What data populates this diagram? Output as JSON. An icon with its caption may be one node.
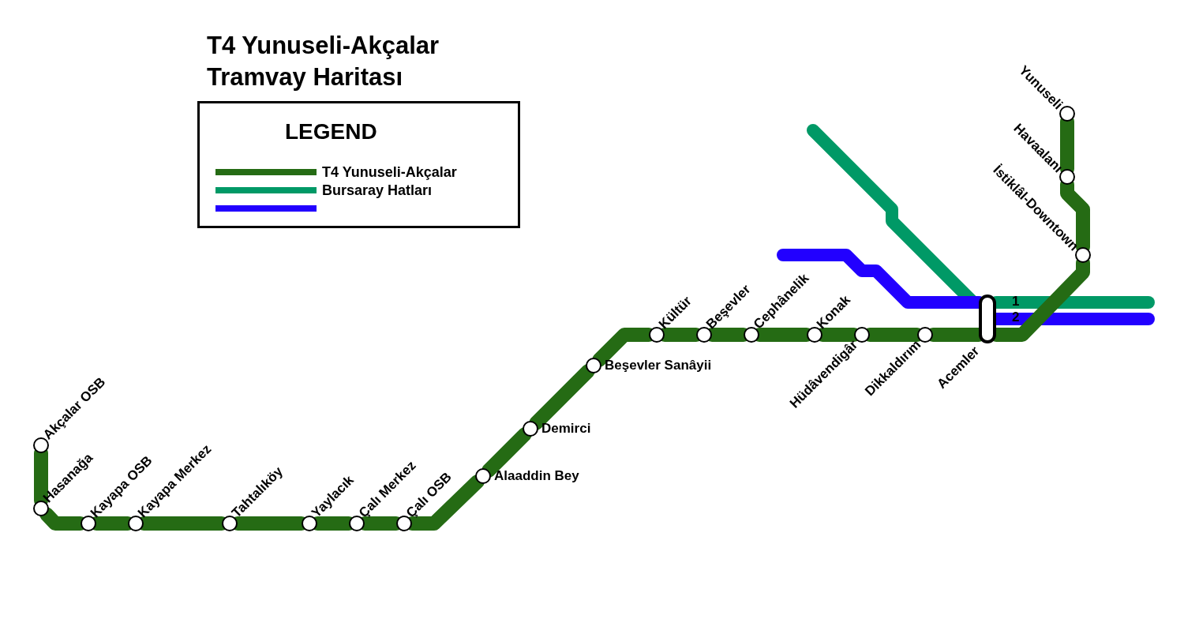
{
  "diagram": {
    "title": "T4 Yunuseli-Akçalar Tramvay Haritası",
    "nodes": [
      {
        "text": [
          "Akçalar OSB"
        ]
      },
      {
        "text": [
          "Hasanağa"
        ]
      },
      {
        "text": [
          "Kayapa OSB"
        ]
      },
      {
        "text": [
          "Kayapa Merkez"
        ]
      },
      {
        "text": [
          "Tahtalıköy"
        ]
      },
      {
        "text": [
          "Yaylacık"
        ]
      },
      {
        "text": [
          "Çalı Merkez"
        ]
      },
      {
        "text": [
          "Çalı OSB"
        ]
      },
      {
        "text": [
          "Alaaddin Bey"
        ]
      },
      {
        "text": [
          "Demirci"
        ]
      },
      {
        "text": [
          "Beşevler Sanâyii"
        ]
      },
      {
        "text": [
          "Kültür"
        ]
      },
      {
        "text": [
          "Beşevler"
        ]
      },
      {
        "text": [
          "Cephânelik"
        ]
      },
      {
        "text": [
          "Konak"
        ]
      },
      {
        "text": [
          "Hüdâvendigâr"
        ]
      },
      {
        "text": [
          "Dikkaldırım"
        ]
      },
      {
        "text": [
          "Acemler"
        ]
      },
      {
        "text": [
          "İstiklâl-Downtown"
        ]
      },
      {
        "text": [
          "Havaalanı"
        ]
      },
      {
        "text": [
          "Yunuseli"
        ]
      }
    ],
    "edges": [
      {
        "from": 0,
        "to": 1,
        "arrow": "none"
      },
      {
        "from": 1,
        "to": 2,
        "arrow": "none"
      },
      {
        "from": 2,
        "to": 3,
        "arrow": "none"
      },
      {
        "from": 3,
        "to": 4,
        "arrow": "none"
      },
      {
        "from": 4,
        "to": 5,
        "arrow": "none"
      },
      {
        "from": 5,
        "to": 6,
        "arrow": "none"
      },
      {
        "from": 6,
        "to": 7,
        "arrow": "none"
      },
      {
        "from": 7,
        "to": 8,
        "arrow": "none"
      },
      {
        "from": 8,
        "to": 9,
        "arrow": "none"
      },
      {
        "from": 9,
        "to": 10,
        "arrow": "none"
      },
      {
        "from": 10,
        "to": 11,
        "arrow": "none"
      },
      {
        "from": 11,
        "to": 12,
        "arrow": "none"
      },
      {
        "from": 12,
        "to": 13,
        "arrow": "none"
      },
      {
        "from": 13,
        "to": 14,
        "arrow": "none"
      },
      {
        "from": 14,
        "to": 15,
        "arrow": "none"
      },
      {
        "from": 15,
        "to": 16,
        "arrow": "none"
      },
      {
        "from": 16,
        "to": 17,
        "arrow": "none"
      },
      {
        "from": 17,
        "to": 18,
        "arrow": "none"
      },
      {
        "from": 18,
        "to": 19,
        "arrow": "none"
      },
      {
        "from": 19,
        "to": 20,
        "arrow": "none"
      },
      {
        "from": null,
        "to": 17,
        "arrow": "none",
        "color": "#009966"
      },
      {
        "from": 17,
        "to": null,
        "arrow": "none",
        "color": "#009966"
      },
      {
        "from": null,
        "to": 17,
        "arrow": "none",
        "color": "#2200ff"
      },
      {
        "from": 17,
        "to": null,
        "arrow": "none",
        "color": "#2200ff"
      }
    ],
    "labels": [
      "LEGEND",
      "1",
      "2"
    ],
    "legend": [
      {
        "text": "T4 Yunuseli-Akçalar",
        "color": "#256b14"
      },
      {
        "text": "Bursaray Hatları",
        "color": "#009966"
      }
    ]
  }
}
